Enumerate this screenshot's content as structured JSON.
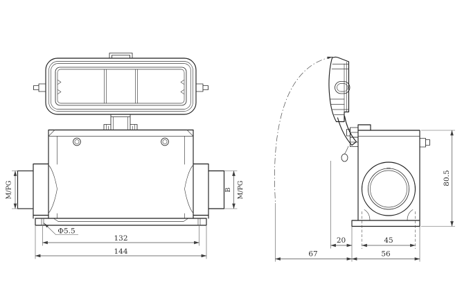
{
  "drawing": {
    "kind": "technical-orthographic-drawing",
    "subject": "heavy-duty rectangular connector bulkhead housing with hinged cover, front and side views",
    "front": {
      "labels": {
        "left_thread": "M/PG",
        "right_thread_b": "B",
        "right_thread_mpg": "M/PG",
        "hole_dia": "Φ5.5"
      },
      "dims": {
        "hole_spacing": "132",
        "overall_width": "144"
      }
    },
    "side": {
      "dims": {
        "hinge_offset": "20",
        "opening_width": "45",
        "swing_radius": "67",
        "flange_width": "56",
        "overall_height": "80.5"
      }
    },
    "colors": {
      "object_line": "#1f1f1f",
      "thin_line": "#555555",
      "text": "#2e2e2e",
      "background": "#ffffff"
    }
  }
}
